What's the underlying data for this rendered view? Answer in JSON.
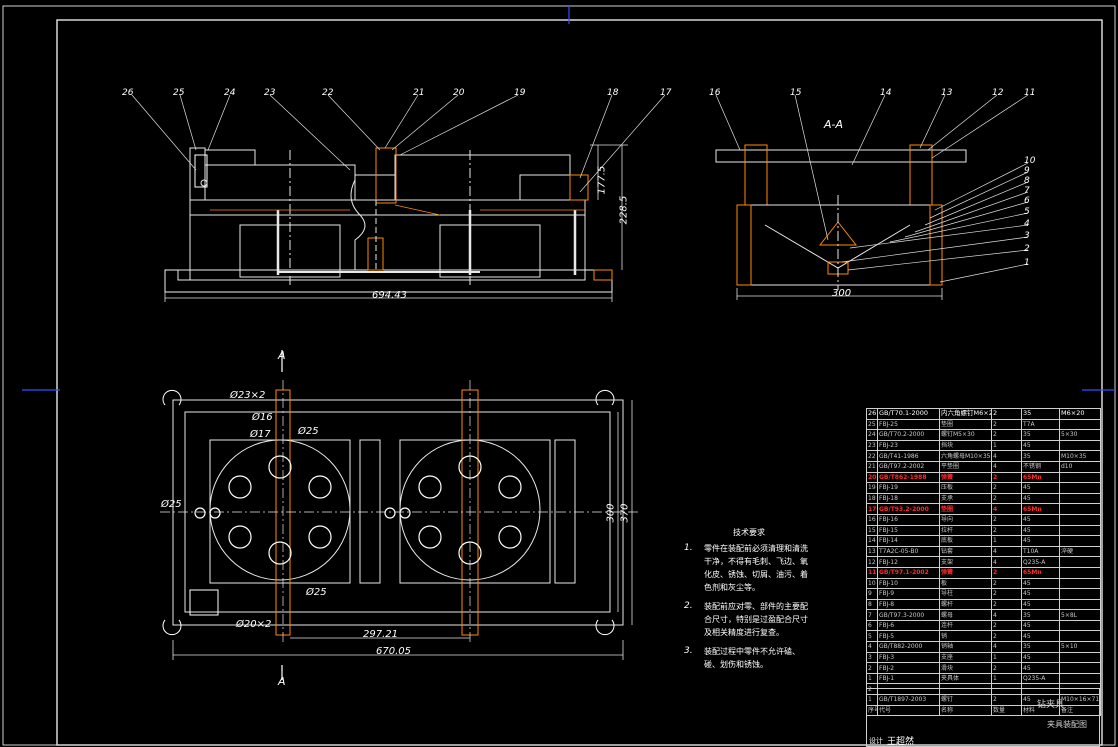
{
  "labels": {
    "parts_top": [
      "26",
      "25",
      "24",
      "23",
      "22",
      "21",
      "20",
      "19",
      "18",
      "17"
    ],
    "parts_side_top": [
      "16",
      "15",
      "14",
      "13",
      "12",
      "11"
    ],
    "parts_side_right": [
      "10",
      "9",
      "8",
      "7",
      "6",
      "5",
      "4",
      "3",
      "2",
      "1"
    ],
    "section_title": "A-A",
    "section_marks": [
      "A",
      "A"
    ],
    "dims": {
      "front_width": "694.43",
      "front_h1": "177.5",
      "front_h2": "228.5",
      "side_width": "300",
      "plan_d1": "Ø23×2",
      "plan_d2": "Ø16",
      "plan_d3": "Ø17",
      "plan_d4": "Ø25",
      "plan_d5": "Ø25",
      "plan_d6": "Ø25",
      "plan_d7": "Ø20×2",
      "plan_w1": "297.21",
      "plan_w2": "670.05",
      "plan_h1": "300",
      "plan_h2": "370"
    }
  },
  "notes": {
    "title": "技术要求",
    "items": [
      {
        "no": "1.",
        "text": "零件在装配前必须清理和清洗干净，不得有毛刺、飞边、氧化皮、锈蚀、切屑、油污、着色剂和灰尘等。"
      },
      {
        "no": "2.",
        "text": "装配前应对零、部件的主要配合尺寸，特别是过盈配合尺寸及相关精度进行复查。"
      },
      {
        "no": "3.",
        "text": "装配过程中零件不允许磕、碰、划伤和锈蚀。"
      }
    ]
  },
  "bom": {
    "rows": [
      {
        "c": [
          "26",
          "GB/T70.1-2000",
          "内六角螺钉M6×20",
          "2",
          "35",
          "M6×20"
        ],
        "hl": false
      },
      {
        "c": [
          "25",
          "FBJ-25",
          "垫圈",
          "2",
          "T7A",
          ""
        ],
        "hl": false
      },
      {
        "c": [
          "24",
          "GB/T70.2-2000",
          "螺钉M5×30",
          "2",
          "35",
          "5×30"
        ],
        "hl": false
      },
      {
        "c": [
          "23",
          "FBJ-23",
          "挡块",
          "1",
          "45",
          ""
        ],
        "hl": false
      },
      {
        "c": [
          "22",
          "GB/T41-1986",
          "六角螺母M10×35",
          "4",
          "35",
          "M10×35"
        ],
        "hl": false
      },
      {
        "c": [
          "21",
          "GB/T97.2-2002",
          "平垫圈",
          "4",
          "不锈钢",
          "d10"
        ],
        "hl": false
      },
      {
        "c": [
          "20",
          "GB/T862-1988",
          "弹簧",
          "2",
          "65Mn",
          ""
        ],
        "hl": true
      },
      {
        "c": [
          "19",
          "FBJ-19",
          "压板",
          "2",
          "45",
          ""
        ],
        "hl": false
      },
      {
        "c": [
          "18",
          "FBJ-18",
          "支承",
          "2",
          "45",
          ""
        ],
        "hl": false
      },
      {
        "c": [
          "17",
          "GB/T93.2-2000",
          "垫圈",
          "4",
          "65Mn",
          ""
        ],
        "hl": true
      },
      {
        "c": [
          "16",
          "FBJ-16",
          "导向",
          "2",
          "45",
          ""
        ],
        "hl": false
      },
      {
        "c": [
          "15",
          "FBJ-15",
          "拉杆",
          "2",
          "45",
          ""
        ],
        "hl": false
      },
      {
        "c": [
          "14",
          "FBJ-14",
          "底板",
          "1",
          "45",
          ""
        ],
        "hl": false
      },
      {
        "c": [
          "13",
          "T7A2C-05-B0",
          "钻套",
          "4",
          "T10A",
          "淬硬"
        ],
        "hl": false
      },
      {
        "c": [
          "12",
          "FBJ-12",
          "支架",
          "4",
          "Q235-A",
          ""
        ],
        "hl": false
      },
      {
        "c": [
          "11",
          "GB/T97.1-2002",
          "弹簧",
          "2",
          "65Mn",
          ""
        ],
        "hl": true
      },
      {
        "c": [
          "10",
          "FBJ-10",
          "板",
          "2",
          "45",
          ""
        ],
        "hl": false
      },
      {
        "c": [
          "9",
          "FBJ-9",
          "导柱",
          "2",
          "45",
          ""
        ],
        "hl": false
      },
      {
        "c": [
          "8",
          "FBJ-8",
          "螺杆",
          "2",
          "45",
          ""
        ],
        "hl": false
      },
      {
        "c": [
          "7",
          "GB/T97.3-2000",
          "螺母",
          "4",
          "35",
          "5×8L"
        ],
        "hl": false
      },
      {
        "c": [
          "6",
          "FBJ-6",
          "连杆",
          "2",
          "45",
          ""
        ],
        "hl": false
      },
      {
        "c": [
          "5",
          "FBJ-5",
          "销",
          "2",
          "45",
          ""
        ],
        "hl": false
      },
      {
        "c": [
          "4",
          "GB/T882-2000",
          "销轴",
          "4",
          "35",
          "5×10"
        ],
        "hl": false
      },
      {
        "c": [
          "3",
          "FBJ-3",
          "支座",
          "1",
          "45",
          ""
        ],
        "hl": false
      },
      {
        "c": [
          "2",
          "FBJ-2",
          "滑块",
          "2",
          "45",
          ""
        ],
        "hl": false
      },
      {
        "c": [
          "1",
          "FBJ-1",
          "夹具体",
          "1",
          "Q235-A",
          ""
        ],
        "hl": false
      },
      {
        "c": [
          "2",
          "",
          "",
          "",
          "",
          ""
        ],
        "hl": false
      },
      {
        "c": [
          "1",
          "GB/T1897-2003",
          "螺钉",
          "2",
          "45",
          "M10×16×71"
        ],
        "hl": false
      },
      {
        "c": [
          "序号",
          "代号",
          "名称",
          "数量",
          "材料",
          "备注"
        ],
        "hl": false
      }
    ]
  },
  "title_block": {
    "company": "钻夹具",
    "drawing_name": "夹具装配图",
    "designer": "王超然",
    "role": "设计"
  }
}
